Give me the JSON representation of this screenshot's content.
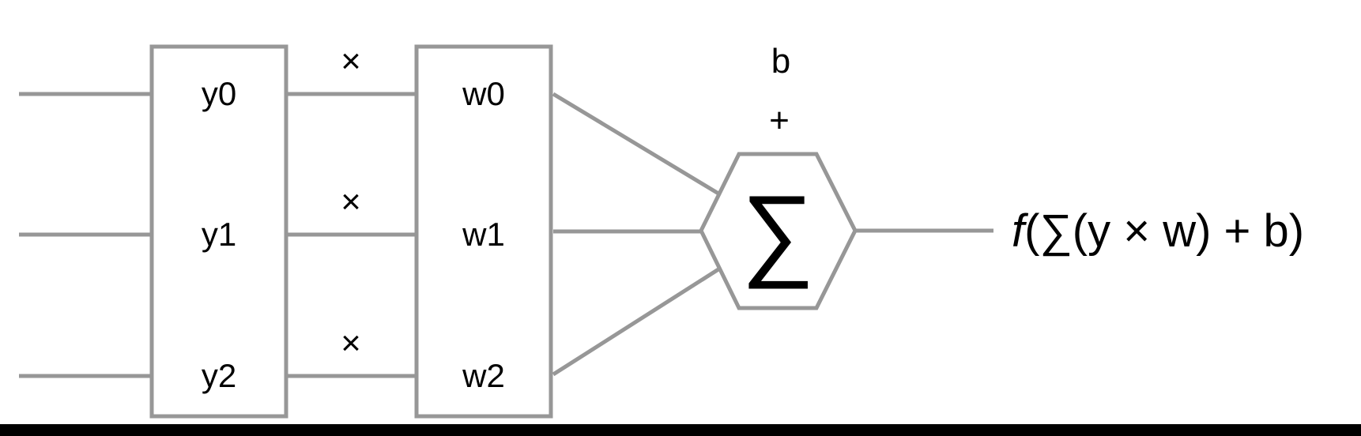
{
  "inputs": [
    "y0",
    "y1",
    "y2"
  ],
  "weights": [
    "w0",
    "w1",
    "w2"
  ],
  "multiply_symbol": "×",
  "bias": {
    "label": "b",
    "operator": "+"
  },
  "sum_symbol": "∑",
  "output": {
    "func": "f",
    "rest": "(∑(y × w) + b)"
  },
  "colors": {
    "line": "#979797",
    "text": "#000000",
    "bottom_bar": "#000000"
  }
}
